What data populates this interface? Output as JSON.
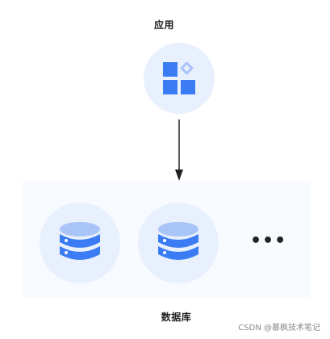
{
  "app": {
    "label": "应用",
    "icon": "app-grid-icon"
  },
  "database": {
    "label": "数据库",
    "icon": "database-icon",
    "ellipsis": "•••"
  },
  "watermark": "CSDN @慕枫技术笔记",
  "colors": {
    "circle_fill": "#e8f0fd",
    "panel_fill": "#f7faff",
    "icon_blue": "#3b7cf5",
    "icon_light_blue": "#a9c4f7",
    "arrow": "#222222"
  }
}
